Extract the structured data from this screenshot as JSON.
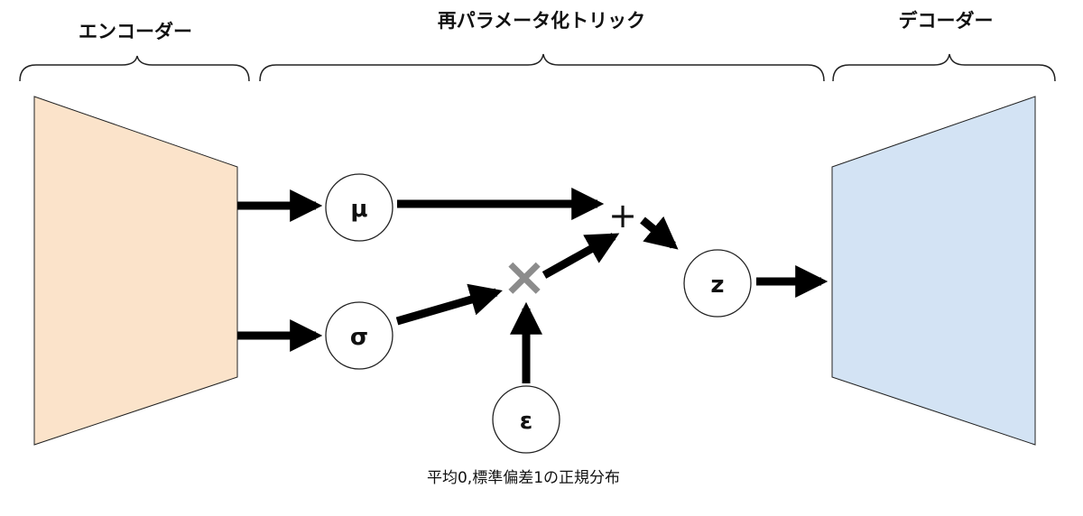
{
  "sections": {
    "encoder": "エンコーダー",
    "reparam": "再パラメータ化トリック",
    "decoder": "デコーダー"
  },
  "nodes": {
    "mu": "μ",
    "sigma": "σ",
    "epsilon": "ε",
    "z": "z"
  },
  "operators": {
    "plus": "+",
    "multiply": "×"
  },
  "caption": "平均0,標準偏差1の正規分布",
  "colors": {
    "encoder_fill": "#FBE3CA",
    "decoder_fill": "#D3E3F4",
    "stroke": "#000000",
    "multiply_color": "#8C8C8C"
  }
}
